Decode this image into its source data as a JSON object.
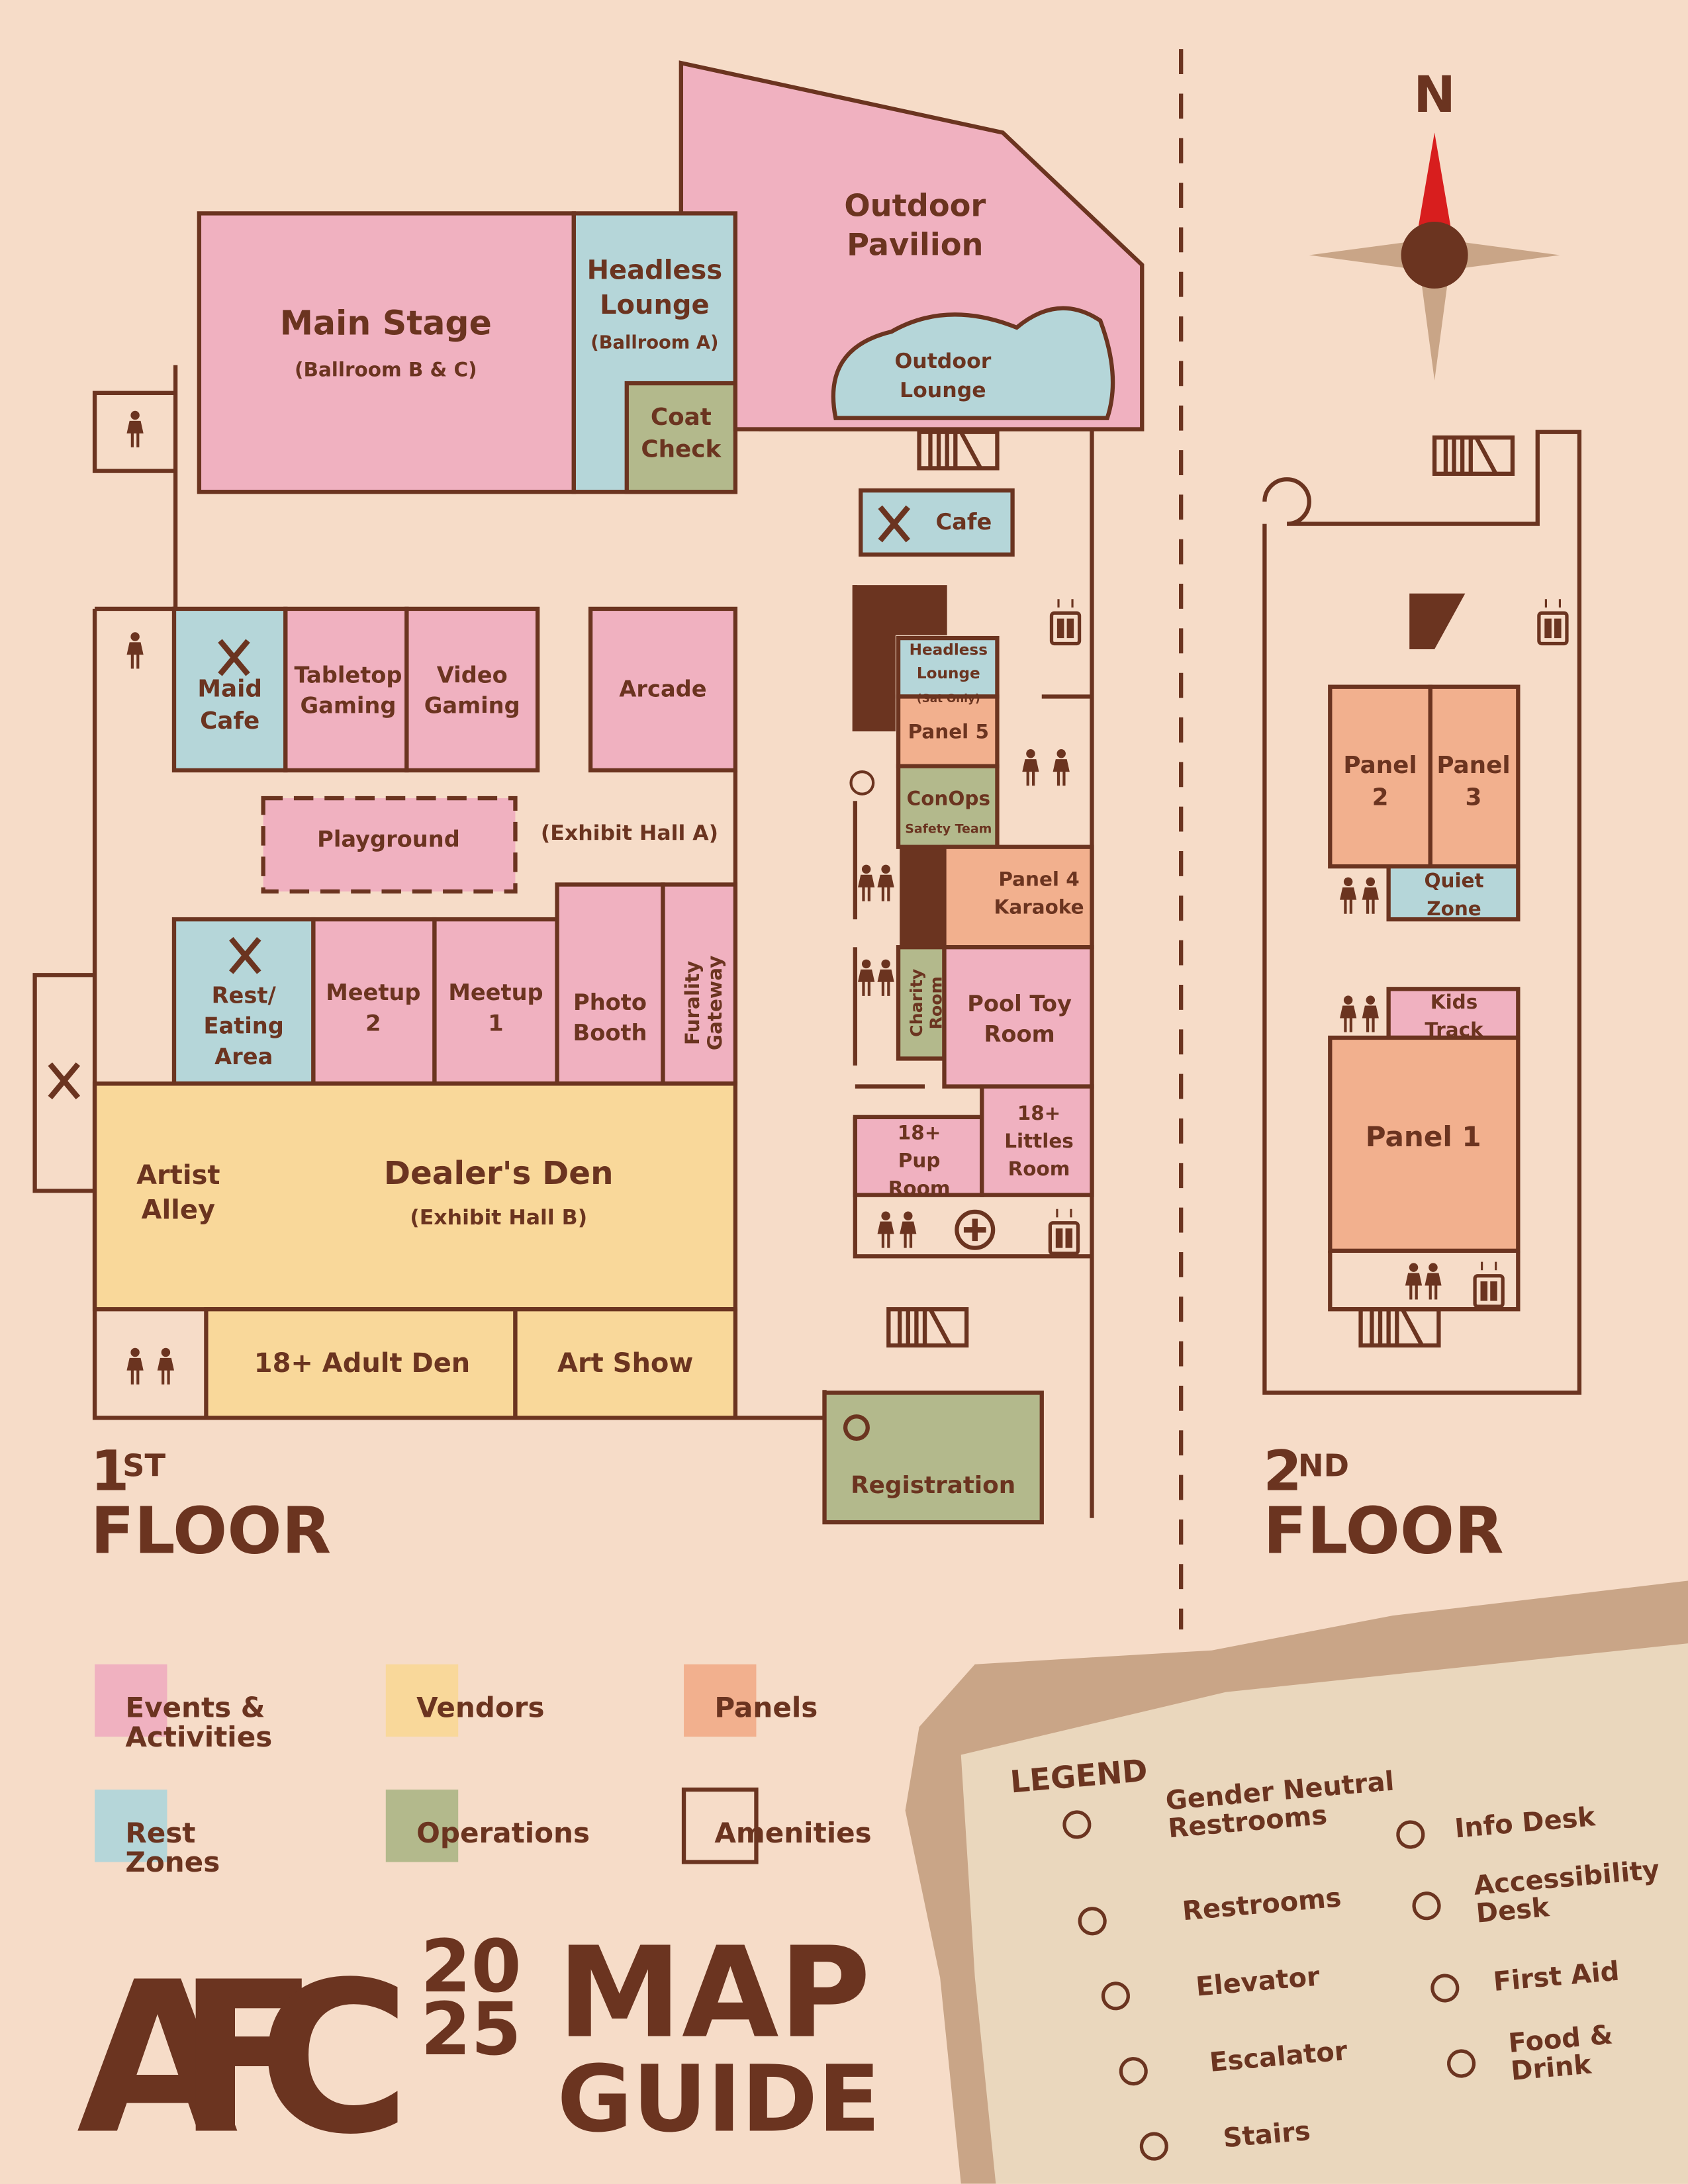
{
  "colors": {
    "events": "#f0b1c0",
    "rest": "#b5d6d9",
    "operations": "#b3b98c",
    "panels": "#f2b08e",
    "vendors": "#f9d89a",
    "background": "#f6dcc8",
    "ink": "#6b3420",
    "compass_red": "#d81e1e",
    "compass_tan": "#c9a587"
  },
  "rooms": [
    {
      "id": "main-stage",
      "cat": "events",
      "lines": [
        "Main Stage",
        "(Ballroom B & C)"
      ]
    },
    {
      "id": "headless-lounge",
      "cat": "rest",
      "lines": [
        "Headless",
        "Lounge",
        "(Ballroom A)"
      ]
    },
    {
      "id": "coat-check",
      "cat": "operations",
      "lines": [
        "Coat",
        "Check"
      ]
    },
    {
      "id": "outdoor-pavilion",
      "cat": "events",
      "lines": [
        "Outdoor",
        "Pavilion"
      ]
    },
    {
      "id": "outdoor-lounge",
      "cat": "rest",
      "lines": [
        "Outdoor",
        "Lounge"
      ]
    },
    {
      "id": "cafe",
      "cat": "rest",
      "lines": [
        "Cafe"
      ]
    },
    {
      "id": "maid-cafe",
      "cat": "rest",
      "lines": [
        "Maid",
        "Cafe"
      ]
    },
    {
      "id": "tabletop-gaming",
      "cat": "events",
      "lines": [
        "Tabletop",
        "Gaming"
      ]
    },
    {
      "id": "video-gaming",
      "cat": "events",
      "lines": [
        "Video",
        "Gaming"
      ]
    },
    {
      "id": "arcade",
      "cat": "events",
      "lines": [
        "Arcade"
      ]
    },
    {
      "id": "playground",
      "cat": "events",
      "lines": [
        "Playground"
      ]
    },
    {
      "id": "exhibit-hall-a",
      "cat": "none",
      "lines": [
        "(Exhibit Hall A)"
      ]
    },
    {
      "id": "rest-eating",
      "cat": "rest",
      "lines": [
        "Rest/",
        "Eating",
        "Area"
      ]
    },
    {
      "id": "meetup-2",
      "cat": "events",
      "lines": [
        "Meetup",
        "2"
      ]
    },
    {
      "id": "meetup-1",
      "cat": "events",
      "lines": [
        "Meetup",
        "1"
      ]
    },
    {
      "id": "photo-booth",
      "cat": "events",
      "lines": [
        "Photo",
        "Booth"
      ]
    },
    {
      "id": "furality-gateway",
      "cat": "events",
      "lines": [
        "Furality",
        "Gateway"
      ]
    },
    {
      "id": "artist-alley",
      "cat": "vendors",
      "lines": [
        "Artist",
        "Alley"
      ]
    },
    {
      "id": "dealers-den",
      "cat": "vendors",
      "lines": [
        "Dealer's Den",
        "(Exhibit Hall B)"
      ]
    },
    {
      "id": "adult-den",
      "cat": "vendors",
      "lines": [
        "18+ Adult Den"
      ]
    },
    {
      "id": "art-show",
      "cat": "vendors",
      "lines": [
        "Art Show"
      ]
    },
    {
      "id": "registration",
      "cat": "operations",
      "lines": [
        "Registration"
      ]
    },
    {
      "id": "headless-lounge-sat",
      "cat": "rest",
      "lines": [
        "Headless",
        "Lounge",
        "(Sat Only)"
      ]
    },
    {
      "id": "panel-5",
      "cat": "panels",
      "lines": [
        "Panel 5"
      ]
    },
    {
      "id": "conops",
      "cat": "operations",
      "lines": [
        "ConOps",
        "Safety Team"
      ]
    },
    {
      "id": "panel-4",
      "cat": "panels",
      "lines": [
        "Panel 4",
        "Karaoke"
      ]
    },
    {
      "id": "charity-room",
      "cat": "operations",
      "lines": [
        "Charity",
        "Room"
      ]
    },
    {
      "id": "pool-toy-room",
      "cat": "events",
      "lines": [
        "Pool Toy",
        "Room"
      ]
    },
    {
      "id": "pup-room",
      "cat": "events",
      "lines": [
        "18+",
        "Pup",
        "Room"
      ]
    },
    {
      "id": "littles-room",
      "cat": "events",
      "lines": [
        "18+",
        "Littles",
        "Room"
      ]
    },
    {
      "id": "panel-2",
      "cat": "panels",
      "lines": [
        "Panel",
        "2"
      ]
    },
    {
      "id": "panel-3",
      "cat": "panels",
      "lines": [
        "Panel",
        "3"
      ]
    },
    {
      "id": "quiet-zone",
      "cat": "rest",
      "lines": [
        "Quiet",
        "Zone"
      ]
    },
    {
      "id": "kids-track",
      "cat": "events",
      "lines": [
        "Kids",
        "Track"
      ]
    },
    {
      "id": "panel-1",
      "cat": "panels",
      "lines": [
        "Panel 1"
      ]
    }
  ],
  "floors": {
    "first": {
      "num": "1",
      "sup": "ST",
      "word": "FLOOR"
    },
    "second": {
      "num": "2",
      "sup": "ND",
      "word": "FLOOR"
    }
  },
  "compass": {
    "north": "N"
  },
  "categories": [
    {
      "key": "events",
      "lines": [
        "Events &",
        "Activities"
      ]
    },
    {
      "key": "vendors",
      "lines": [
        "Vendors"
      ]
    },
    {
      "key": "panels",
      "lines": [
        "Panels"
      ]
    },
    {
      "key": "rest",
      "lines": [
        "Rest",
        "Zones"
      ]
    },
    {
      "key": "operations",
      "lines": [
        "Operations"
      ]
    },
    {
      "key": "amenities",
      "lines": [
        "Amenities"
      ]
    }
  ],
  "title": {
    "afc": "AFC",
    "year_top": "20",
    "year_bottom": "25",
    "map": "MAP",
    "guide": "GUIDE"
  },
  "legend": {
    "heading": "LEGEND",
    "items": [
      {
        "icon": "gender-neutral-restroom",
        "lines": [
          "Gender Neutral",
          "Restrooms"
        ]
      },
      {
        "icon": "restroom",
        "lines": [
          "Restrooms"
        ]
      },
      {
        "icon": "elevator",
        "lines": [
          "Elevator"
        ]
      },
      {
        "icon": "escalator",
        "lines": [
          "Escalator"
        ]
      },
      {
        "icon": "stairs",
        "lines": [
          "Stairs"
        ]
      },
      {
        "icon": "info",
        "lines": [
          "Info Desk"
        ]
      },
      {
        "icon": "accessibility",
        "lines": [
          "Accessibility",
          "Desk"
        ]
      },
      {
        "icon": "first-aid",
        "lines": [
          "First Aid"
        ]
      },
      {
        "icon": "food-drink",
        "lines": [
          "Food &",
          "Drink"
        ]
      }
    ]
  }
}
